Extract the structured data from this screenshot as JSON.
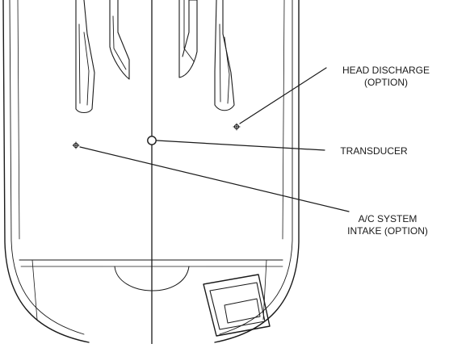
{
  "callouts": {
    "head_discharge": {
      "line1": "HEAD DISCHARGE",
      "line2": "(OPTION)"
    },
    "transducer": {
      "label": "TRANSDUCER"
    },
    "ac_intake": {
      "line1": "A/C SYSTEM",
      "line2": "INTAKE (OPTION)"
    }
  }
}
